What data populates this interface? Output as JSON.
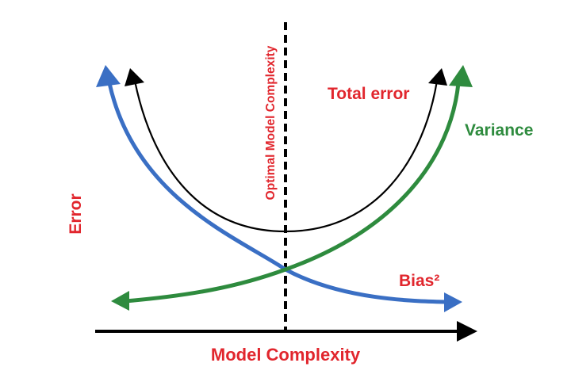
{
  "labels": {
    "y_axis": "Error",
    "x_axis": "Model Complexity",
    "optimal": "Optimal Model Complexity",
    "total_error": "Total error",
    "variance": "Variance",
    "bias": "Bias²"
  },
  "colors": {
    "label_red": "#e1262d",
    "bias_curve": "#3a6fc4",
    "variance_curve": "#2e8b3e",
    "total_error_curve": "#000000",
    "axis": "#000000"
  }
}
